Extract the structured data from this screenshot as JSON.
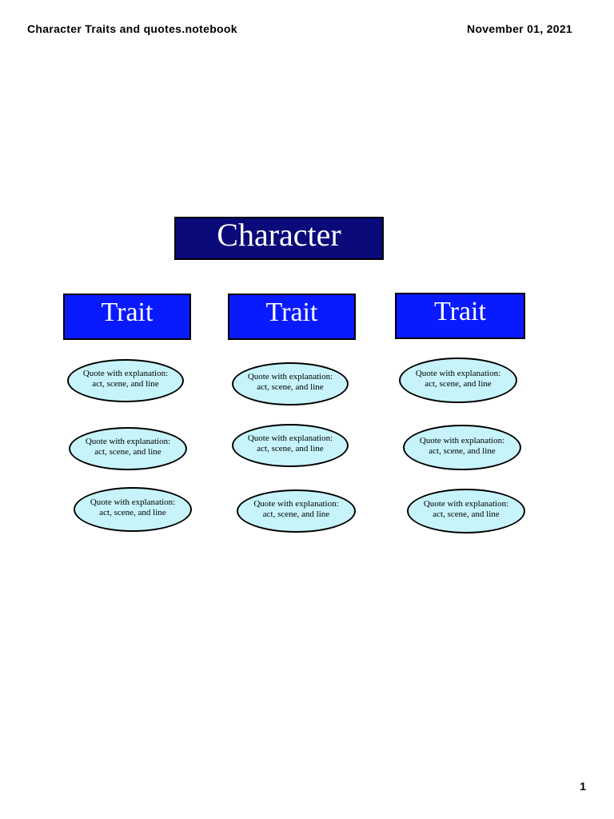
{
  "header": {
    "title": "Character Traits and quotes.notebook",
    "date": "November 01, 2021"
  },
  "footer": {
    "page_number": "1"
  },
  "diagram": {
    "character_label": "Character",
    "traits": [
      {
        "label": "Trait",
        "quotes": [
          {
            "line1": "Quote with explanation:",
            "line2": "act, scene, and line"
          },
          {
            "line1": "Quote with explanation:",
            "line2": "act, scene, and line"
          },
          {
            "line1": "Quote with explanation:",
            "line2": "act, scene, and line"
          }
        ]
      },
      {
        "label": "Trait",
        "quotes": [
          {
            "line1": "Quote with explanation:",
            "line2": "act, scene, and line"
          },
          {
            "line1": "Quote with explanation:",
            "line2": "act, scene, and line"
          },
          {
            "line1": "Quote with explanation:",
            "line2": "act, scene, and line"
          }
        ]
      },
      {
        "label": "Trait",
        "quotes": [
          {
            "line1": "Quote with explanation:",
            "line2": "act, scene, and line"
          },
          {
            "line1": "Quote with explanation:",
            "line2": "act, scene, and line"
          },
          {
            "line1": "Quote with explanation:",
            "line2": "act, scene, and line"
          }
        ]
      }
    ],
    "colors": {
      "character_fill": "#0a0a7a",
      "trait_fill": "#0a1aff",
      "oval_fill": "#c6f4fa"
    }
  }
}
